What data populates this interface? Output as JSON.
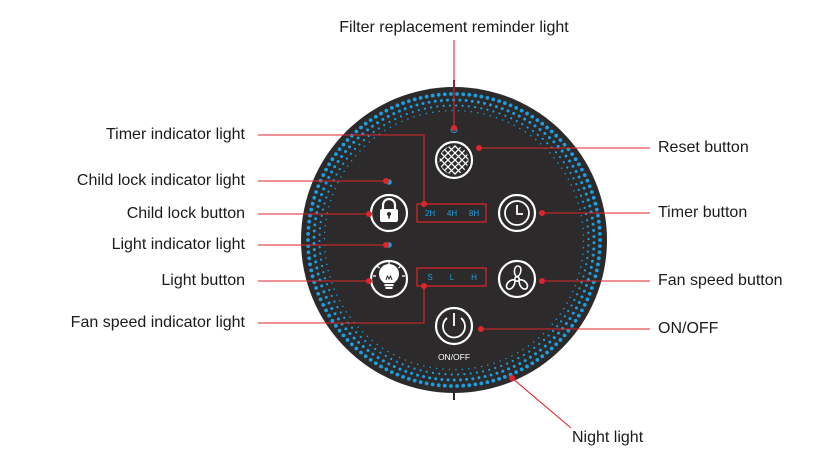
{
  "labels": {
    "filter_light": "Filter replacement reminder light",
    "timer_light": "Timer indicator light",
    "child_lock_light": "Child lock indicator light",
    "child_lock_button": "Child lock button",
    "light_indicator": "Light indicator light",
    "light_button": "Light button",
    "fan_speed_light": "Fan speed indicator light",
    "reset_button": "Reset button",
    "timer_button": "Timer button",
    "fan_speed_button": "Fan speed button",
    "on_off": "ON/OFF",
    "night_light": "Night light"
  },
  "panel": {
    "timer_options": [
      "2H",
      "4H",
      "8H"
    ],
    "speed_options": [
      "S",
      "L",
      "H"
    ],
    "power_text": "ON/OFF"
  },
  "colors": {
    "panel": "#2c2a2a",
    "accent": "#1a9fe0",
    "leader": "#e0242b",
    "text": "#1a1a1a"
  },
  "icons": {
    "reset": "crosshatch-circle-icon",
    "child_lock": "padlock-icon",
    "light": "light-bulb-icon",
    "timer": "clock-icon",
    "fan": "fan-icon",
    "power": "power-icon"
  }
}
